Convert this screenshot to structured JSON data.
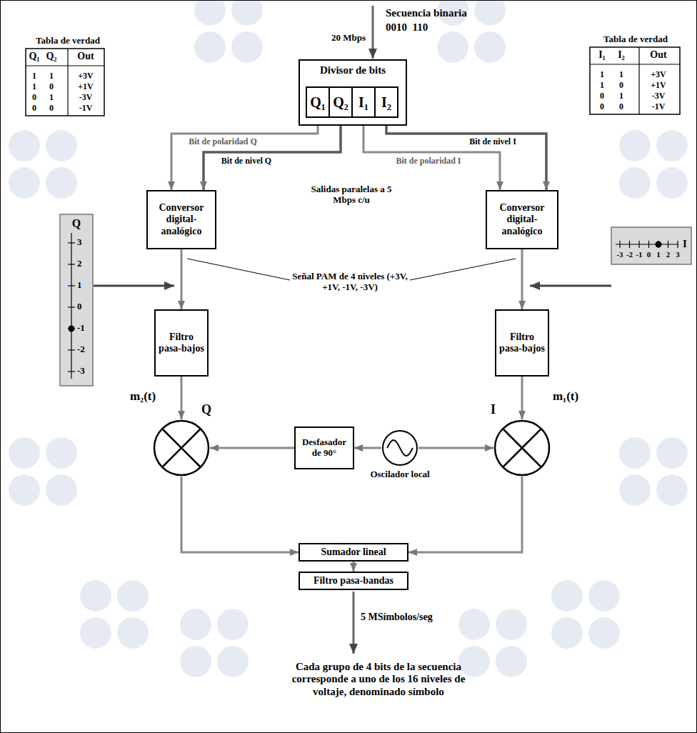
{
  "diagram": {
    "nodes": [
      {
        "text": [
          "Divisor de bits"
        ]
      },
      {
        "text": [
          "Q₁"
        ],
        "in": 0
      },
      {
        "text": [
          "Q₂"
        ],
        "in": 0
      },
      {
        "text": [
          "I₁"
        ],
        "in": 0
      },
      {
        "text": [
          "I₂"
        ],
        "in": 0
      },
      {
        "text": [
          "Conversor digital-analógico"
        ]
      },
      {
        "text": [
          "Conversor digital-analógico"
        ]
      },
      {
        "text": [
          "Filtro pasa-bajos"
        ]
      },
      {
        "text": [
          "Filtro pasa-bajos"
        ]
      },
      {
        "text": [
          "Q"
        ]
      },
      {
        "text": [
          "Desfasador de 90°"
        ]
      },
      {
        "text": [
          "Oscilador local"
        ]
      },
      {
        "text": [
          "I"
        ]
      },
      {
        "text": [
          "Sumador lineal"
        ]
      },
      {
        "text": [
          "Filtro pasa-bandas"
        ]
      }
    ],
    "edges": [
      {
        "from": 1,
        "to": 5,
        "arrow": "to",
        "label": "Bit de polaridad Q"
      },
      {
        "from": 2,
        "to": 5,
        "arrow": "to",
        "label": "Bit de nivel Q"
      },
      {
        "from": 3,
        "to": 6,
        "arrow": "to",
        "label": "Bit de polaridad I"
      },
      {
        "from": 4,
        "to": 6,
        "arrow": "to",
        "label": "Bit de nivel I"
      },
      {
        "from": 5,
        "to": 7,
        "arrow": "to"
      },
      {
        "from": 6,
        "to": 8,
        "arrow": "to"
      },
      {
        "from": 7,
        "to": 9,
        "arrow": "to",
        "label": "m₂(t)"
      },
      {
        "from": 8,
        "to": 12,
        "arrow": "to",
        "label": "m₁(t)"
      },
      {
        "from": 11,
        "to": 10,
        "arrow": "to"
      },
      {
        "from": 10,
        "to": 9,
        "arrow": "to"
      },
      {
        "from": 11,
        "to": 12,
        "arrow": "to"
      },
      {
        "from": 9,
        "to": 13,
        "arrow": "to"
      },
      {
        "from": 12,
        "to": 13,
        "arrow": "to"
      },
      {
        "from": 13,
        "to": 14,
        "arrow": "to"
      }
    ],
    "labels": [
      "Secuencia binaria",
      "0010  110",
      "20 Mbps",
      "Tabla de verdad",
      "Q₁",
      "Q₂",
      "Out",
      "1",
      "1",
      "+3V",
      "1",
      "0",
      "+1V",
      "0",
      "1",
      "-3V",
      "0",
      "0",
      "-1V",
      "Tabla de verdad",
      "I₁",
      "I₂",
      "Out",
      "1",
      "1",
      "+3V",
      "1",
      "0",
      "+1V",
      "0",
      "1",
      "-3V",
      "0",
      "0",
      "-1V",
      "Salidas paralelas a 5 Mbps c/u",
      "Q",
      "3",
      "2",
      "1",
      "0",
      "-1",
      "-2",
      "-3",
      "-3",
      "-2",
      "-1",
      "0",
      "1",
      "2",
      "3",
      "I",
      "Señal PAM de 4 niveles (+3V, +1V, -1V, -3V)",
      "5 MSímbolos/seg",
      "Cada grupo de 4 bits de la secuencia corresponde a uno de los 16 niveles de voltaje, denominado símbolo"
    ]
  }
}
